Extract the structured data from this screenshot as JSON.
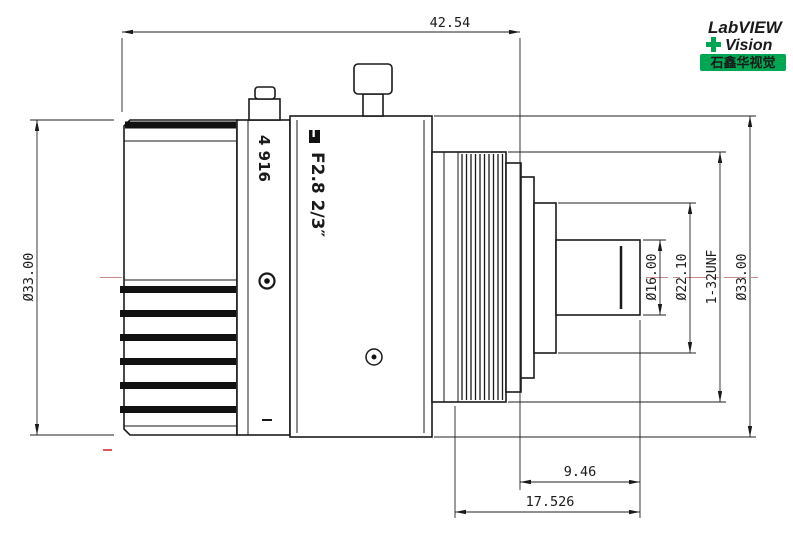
{
  "dims": {
    "total_length": "42.54",
    "body_diameter_left": "Ø33.00",
    "front_diameter": "Ø16.00",
    "barrel_diameter": "Ø22.10",
    "mount_thread": "1-32UNF",
    "body_diameter_right": "Ø33.00",
    "flange_back": "9.46",
    "thread_to_front": "17.526"
  },
  "markings": {
    "aperture_scale": "4 916",
    "spec": "F2.8  2/3″"
  },
  "logo": {
    "brand": "LabVIEW",
    "product": "Vision",
    "tagline_cn": "石鑫华视觉",
    "green": "#00A651"
  }
}
